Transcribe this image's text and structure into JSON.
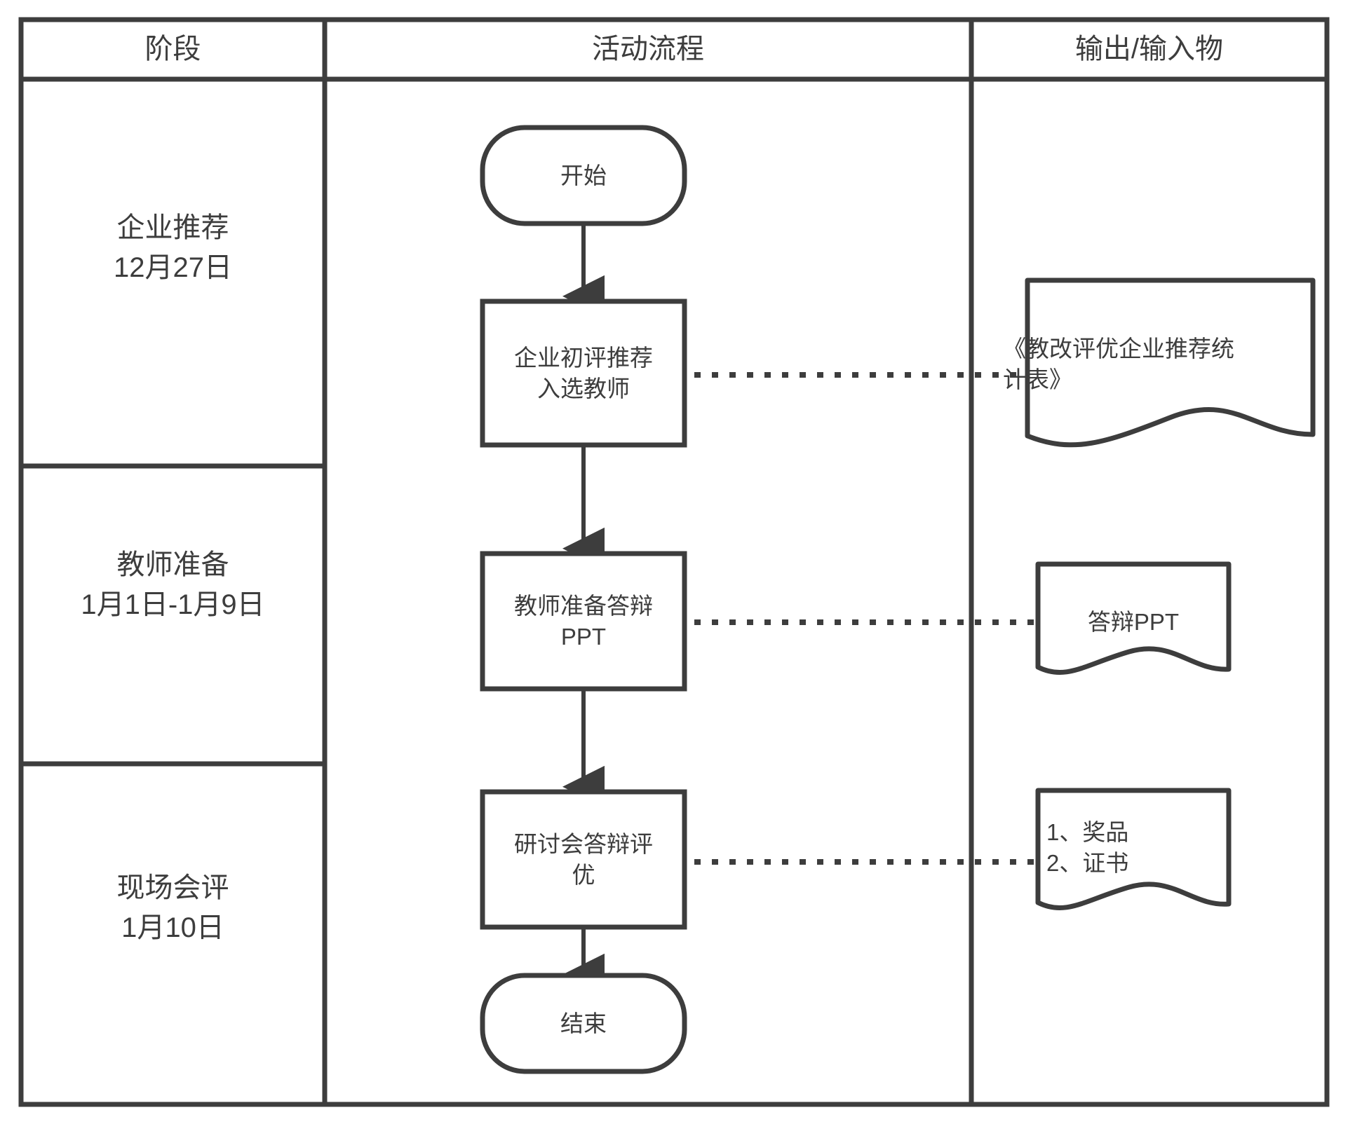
{
  "diagram": {
    "type": "swimlane-flowchart",
    "title_bar_headers": [
      "阶段",
      "活动流程",
      "输出/输入物"
    ],
    "columns": [
      {
        "key": "phase",
        "header": "阶段"
      },
      {
        "key": "flow",
        "header": "活动流程"
      },
      {
        "key": "outputs",
        "header": "输出/输入物"
      }
    ],
    "lanes": [
      {
        "name": "企业推荐",
        "date": "12月27日"
      },
      {
        "name": "教师准备",
        "date": "1月1日-1月9日"
      },
      {
        "name": "现场会评",
        "date": "1月10日"
      }
    ],
    "nodes": [
      {
        "id": "start",
        "shape": "terminator",
        "label": "开始"
      },
      {
        "id": "task1",
        "shape": "process",
        "label": "企业初评推荐\n入选教师"
      },
      {
        "id": "task2",
        "shape": "process",
        "label": "教师准备答辩\nPPT"
      },
      {
        "id": "task3",
        "shape": "process",
        "label": "研讨会答辩评\n优"
      },
      {
        "id": "end",
        "shape": "terminator",
        "label": "结束"
      }
    ],
    "documents": [
      {
        "id": "doc1",
        "shape": "document",
        "label": "《教改评优企业推荐统\n计表》",
        "from": "task1"
      },
      {
        "id": "doc2",
        "shape": "document",
        "label": "答辩PPT",
        "from": "task2"
      },
      {
        "id": "doc3",
        "shape": "document",
        "label": "1、奖品\n2、证书",
        "from": "task3"
      }
    ],
    "connectors": [
      {
        "from": "start",
        "to": "task1",
        "style": "solid-arrow"
      },
      {
        "from": "task1",
        "to": "task2",
        "style": "solid-arrow"
      },
      {
        "from": "task2",
        "to": "task3",
        "style": "solid-arrow"
      },
      {
        "from": "task3",
        "to": "end",
        "style": "solid-arrow"
      },
      {
        "from": "task1",
        "to": "doc1",
        "style": "dotted"
      },
      {
        "from": "task2",
        "to": "doc2",
        "style": "dotted"
      },
      {
        "from": "task3",
        "to": "doc3",
        "style": "dotted"
      }
    ],
    "colors": {
      "stroke": "#3d3d3d",
      "fill": "#ffffff",
      "text": "#3d3d3d",
      "background": "#ffffff"
    }
  }
}
